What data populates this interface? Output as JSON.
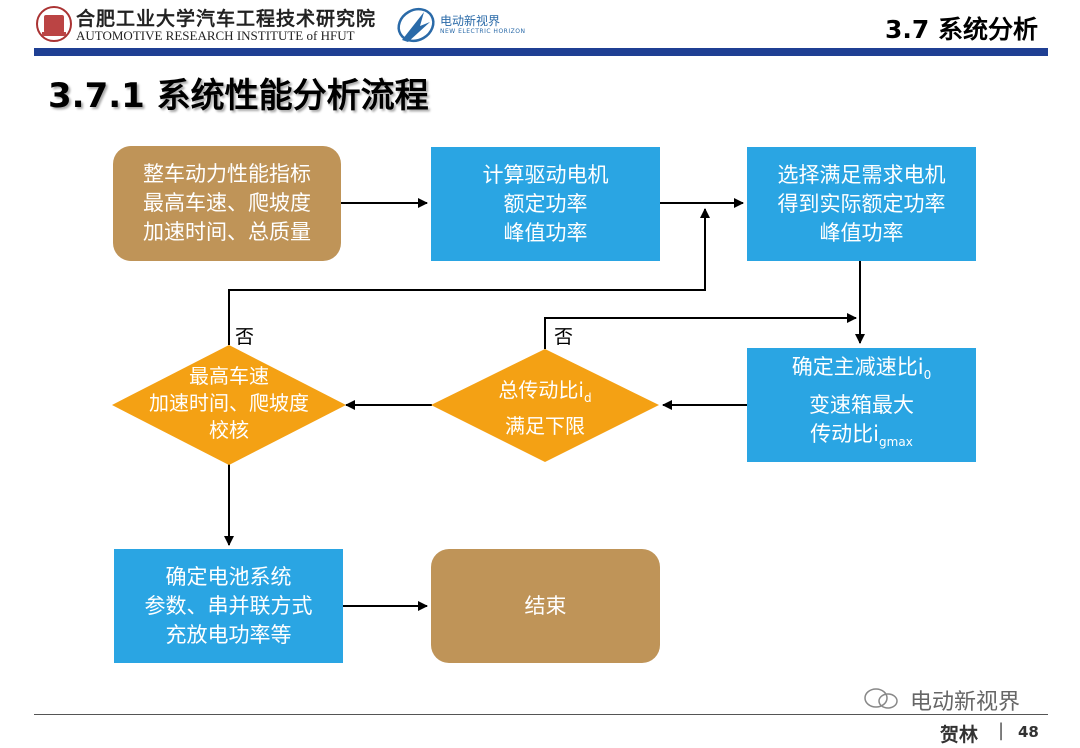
{
  "header": {
    "institute_cn": "合肥工业大学汽车工程技术研究院",
    "institute_en": "AUTOMOTIVE RESEARCH INSTITUTE of HFUT",
    "partner_cn": "电动新视界",
    "partner_en": "NEW ELECTRIC HORIZON",
    "section": "3.7 系统分析"
  },
  "page_title": "3.7.1 系统性能分析流程",
  "flow": {
    "start": "整车动力性能指标\n最高车速、爬坡度\n加速时间、总质量",
    "calc_motor": "计算驱动电机\n额定功率\n峰值功率",
    "select_motor": "选择满足需求电机\n得到实际额定功率\n峰值功率",
    "ratio_box": {
      "line1": "确定主减速比i",
      "line1_sub": "0",
      "line2": "变速箱最大",
      "line3": "传动比i",
      "line3_sub": "gmax"
    },
    "decision_ratio": {
      "line1": "总传动比i",
      "line1_sub": "d",
      "line2": "满足下限"
    },
    "decision_check": {
      "line1": "最高车速",
      "line2": "加速时间、爬坡度",
      "line3": "校核"
    },
    "no_label": "否",
    "battery": "确定电池系统\n参数、串并联方式\n充放电功率等",
    "end": "结束"
  },
  "footer": {
    "watermark": "电动新视界",
    "author": "贺林",
    "separator": "|",
    "page_number": "48"
  },
  "colors": {
    "brown": "#bf9458",
    "blue": "#2aa5e3",
    "orange": "#f4a114",
    "topbar": "#1f3f93"
  }
}
